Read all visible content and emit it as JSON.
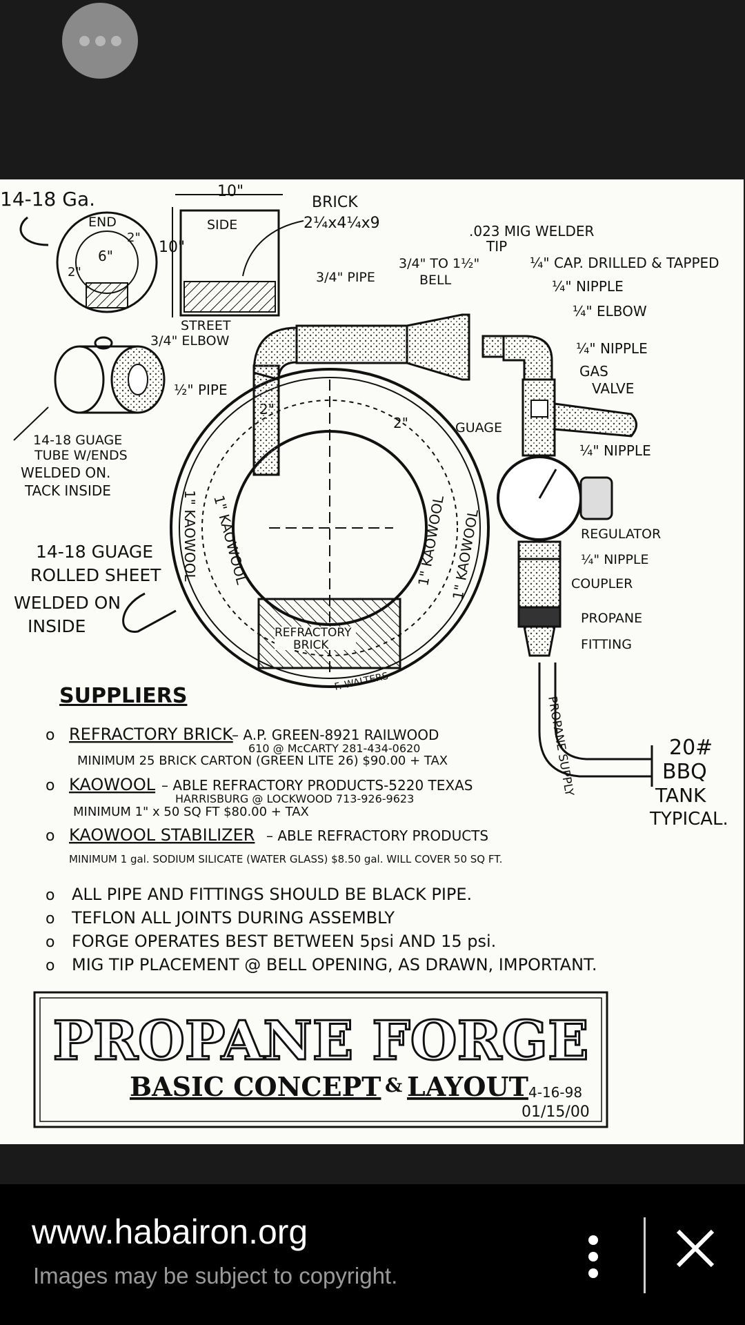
{
  "viewer": {
    "source_url": "www.habairon.org",
    "copyright_notice": "Images may be subject to copyright."
  },
  "icons": {
    "overflow": "overflow-menu-icon",
    "more": "more-vert-icon",
    "close": "close-icon"
  },
  "drawing": {
    "gauge": "14-18 Ga.",
    "end": "END",
    "side": "SIDE",
    "dim_10_top": "10\"",
    "dim_10_side": "10\"",
    "dim_6": "6\"",
    "dim_2a": "2\"",
    "dim_2b": "2\"",
    "dim_2c": "2\"",
    "dim_2d": "2\"",
    "brick": "BRICK",
    "brick_size": "2¼x4¼x9",
    "pipe_34": "3/4\" PIPE",
    "bell_1": "3/4\" TO 1½\"",
    "bell_2": "BELL",
    "mig_1": ".023 MIG WELDER",
    "mig_2": "TIP",
    "cap": "¼\" CAP. DRILLED & TAPPED",
    "nipple_1": "¼\" NIPPLE",
    "elbow_14": "¼\" ELBOW",
    "nipple_2": "¼\" NIPPLE",
    "gas_1": "GAS",
    "gas_2": "VALVE",
    "nipple_3": "¼\" NIPPLE",
    "guage": "GUAGE",
    "regulator": "REGULATOR",
    "nipple_4": "¼\" NIPPLE",
    "coupler": "COUPLER",
    "propane_fit_1": "PROPANE",
    "propane_fit_2": "FITTING",
    "street_1": "STREET",
    "street_2": "3/4\" ELBOW",
    "half_pipe": "½\" PIPE",
    "tube_1": "14-18 GUAGE",
    "tube_2": "TUBE W/ENDS",
    "tube_3": "WELDED ON.",
    "tube_4": "TACK INSIDE",
    "kaowool_1": "1\" KAOWOOL",
    "kaowool_2": "1\" KAOWOOL",
    "kaowool_3": "1\" KAOWOOL",
    "kaowool_4": "1\" KAOWOOL",
    "rolled_1": "14-18 GUAGE",
    "rolled_2": "ROLLED SHEET",
    "rolled_3": "WELDED ON",
    "rolled_4": "INSIDE",
    "refrac_1": "REFRACTORY",
    "refrac_2": "BRICK",
    "signature": "F. WALTERS",
    "supply": "PROPANE SUPPLY",
    "tank_1": "20#",
    "tank_2": "BBQ",
    "tank_3": "TANK",
    "tank_4": "TYPICAL."
  },
  "suppliers": {
    "heading": "SUPPLIERS",
    "s1_name": "REFRACTORY BRICK",
    "s1_line1": "– A.P. GREEN-8921 RAILWOOD",
    "s1_line2": "610 @ McCARTY 281-434-0620",
    "s1_line3": "MINIMUM 25 BRICK CARTON (GREEN LITE 26) $90.00 + TAX",
    "s2_name": "KAOWOOL",
    "s2_line1": "– ABLE REFRACTORY PRODUCTS-5220 TEXAS",
    "s2_line2": "HARRISBURG @ LOCKWOOD 713-926-9623",
    "s2_line3": "MINIMUM 1\" x 50 SQ FT $80.00 + TAX",
    "s3_name": "KAOWOOL STABILIZER",
    "s3_line1": "– ABLE REFRACTORY PRODUCTS",
    "s3_line2": "MINIMUM 1 gal. SODIUM SILICATE (WATER GLASS) $8.50 gal. WILL COVER 50 SQ FT."
  },
  "notes": [
    "ALL PIPE AND FITTINGS SHOULD BE BLACK PIPE.",
    "TEFLON ALL JOINTS DURING ASSEMBLY",
    "FORGE OPERATES BEST BETWEEN 5psi AND 15 psi.",
    "MIG TIP PLACEMENT @ BELL OPENING, AS DRAWN, IMPORTANT."
  ],
  "titleblock": {
    "title": "PROPANE FORGE",
    "sub_left": "BASIC CONCEPT",
    "amp": "&",
    "sub_right": "LAYOUT",
    "date1": "4-16-98",
    "date2": "01/15/00"
  }
}
